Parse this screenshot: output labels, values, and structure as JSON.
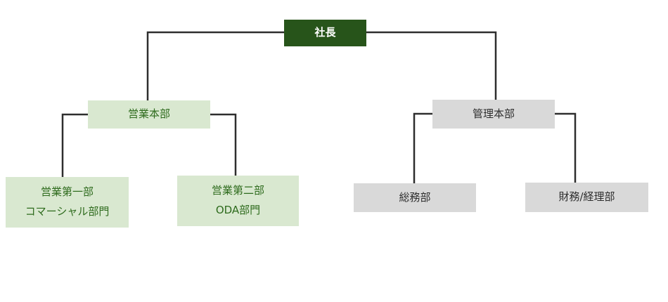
{
  "org_chart": {
    "type": "org-tree-diagram",
    "colors": {
      "root_fill": "#27541a",
      "root_text": "#ffffff",
      "sales_fill": "#d9e8d0",
      "sales_text": "#2e6b1d",
      "admin_fill": "#d9d9d9",
      "admin_text": "#2e2e2e",
      "connector": "#2e2e2e"
    },
    "nodes": [
      {
        "id": "president",
        "label": "社長",
        "level": 1,
        "branch": "root"
      },
      {
        "id": "sales-hq",
        "label": "営業本部",
        "level": 2,
        "branch": "sales"
      },
      {
        "id": "admin-hq",
        "label": "管理本部",
        "level": 2,
        "branch": "admin"
      },
      {
        "id": "sales-dept-1",
        "label": "営業第一部\nコマーシャル部門",
        "level": 3,
        "branch": "sales"
      },
      {
        "id": "sales-dept-2",
        "label": "営業第二部\nODA部門",
        "level": 3,
        "branch": "sales"
      },
      {
        "id": "general-affairs",
        "label": "総務部",
        "level": 3,
        "branch": "admin"
      },
      {
        "id": "finance",
        "label": "財務/経理部",
        "level": 3,
        "branch": "admin"
      }
    ],
    "edges": [
      {
        "from": "president",
        "to": "sales-hq"
      },
      {
        "from": "president",
        "to": "admin-hq"
      },
      {
        "from": "sales-hq",
        "to": "sales-dept-1"
      },
      {
        "from": "sales-hq",
        "to": "sales-dept-2"
      },
      {
        "from": "admin-hq",
        "to": "general-affairs"
      },
      {
        "from": "admin-hq",
        "to": "finance"
      }
    ]
  }
}
